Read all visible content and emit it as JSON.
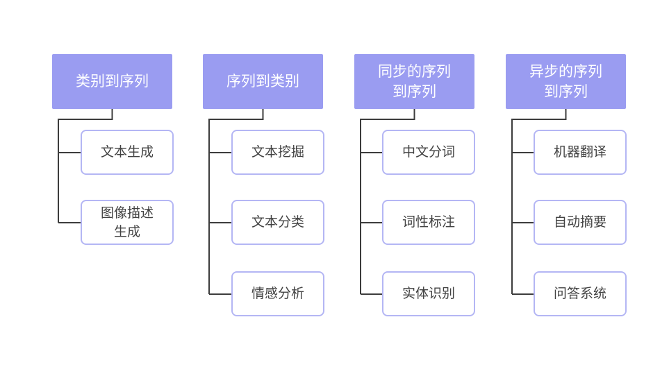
{
  "diagram": {
    "groups": [
      {
        "header": "类别到序列",
        "children": [
          "文本生成",
          "图像描述\n生成"
        ]
      },
      {
        "header": "序列到类别",
        "children": [
          "文本挖掘",
          "文本分类",
          "情感分析"
        ]
      },
      {
        "header": "同步的序列\n到序列",
        "children": [
          "中文分词",
          "词性标注",
          "实体识别"
        ]
      },
      {
        "header": "异步的序列\n到序列",
        "children": [
          "机器翻译",
          "自动摘要",
          "问答系统"
        ]
      }
    ],
    "colors": {
      "canvas_bg": "#ffffff",
      "header_bg": "#9a9cf1",
      "header_text": "#ffffff",
      "child_bg": "#ffffff",
      "child_border": "#b4b6f4",
      "child_text": "#424242",
      "line": "#3c3c3c"
    }
  }
}
